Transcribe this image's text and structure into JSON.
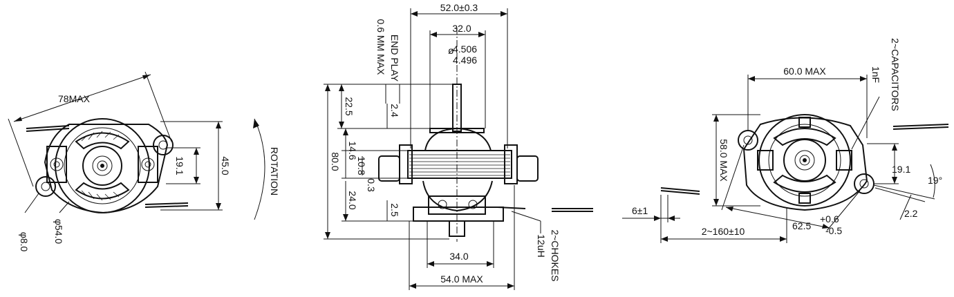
{
  "left_view": {
    "overall_diagonal": "78MAX",
    "height": "45.0",
    "mount_span": "19.1",
    "hole_dia": "φ8.0",
    "body_dia": "φ54.0"
  },
  "rotation_label": "ROTATION",
  "middle_view": {
    "overall_width": "52.0±0.3",
    "inner_width": "32.0",
    "shaft_dia_upper": "4.506",
    "shaft_dia_lower": "4.496",
    "end_play": "END PLAY",
    "end_play_value": "0.6 MM MAX",
    "shaft_length": "22.5",
    "small_offset": "2.4",
    "total_height": "80.0",
    "stack_height": "14.6",
    "stack_inner": "10.8",
    "small_gap": "0.3",
    "lower_height": "24.0",
    "bottom_gap": "2.5",
    "bottom_width": "34.0",
    "base_width": "54.0 MAX",
    "chokes": "2~CHOKES",
    "chokes_value": "12uH"
  },
  "right_view": {
    "width": "60.0 MAX",
    "capacitors": "2~CAPACITORS",
    "capacitors_value": "1nF",
    "height": "58.0 MAX",
    "mount_span": "19.1",
    "angle": "19°",
    "hole_spacing": "62.5",
    "tol_plus": "+0.6",
    "tol_minus": "-0.5",
    "lead_offset": "2.2",
    "lead_strip": "6±1",
    "lead_length": "2~160±10"
  }
}
